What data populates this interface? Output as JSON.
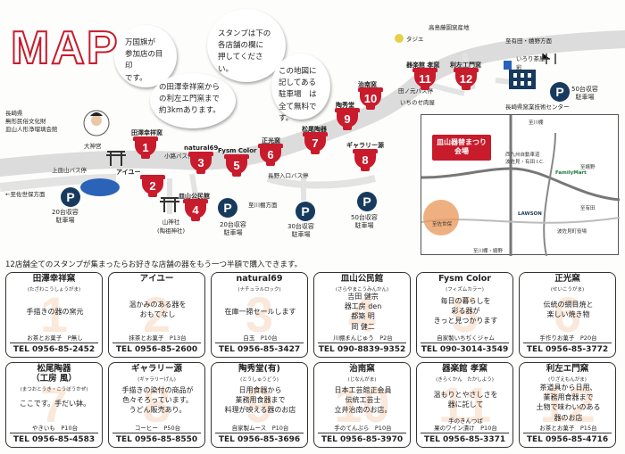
{
  "title": "MAP",
  "bubbles": {
    "b1": "万国旗が\n参加店の目印\nです。",
    "b2": "スタンプは下の\n各店舗の欄に\n押してください。",
    "b3": "の田澤幸祥窯から\nの利左エ門窯まで\n約3kmあります。",
    "b4": "この地図に\n記してある\n駐車場　は\n全て無料です。"
  },
  "map_labels": {
    "museum": "長崎県\n無形民俗文化財\n皿山人形浄瑠璃会館",
    "daijingu": "大神宮",
    "bus_kamiyama": "上皿山バス停",
    "to_sasebo": "←至佐世保方面",
    "to_kirimi": "至川棚方面",
    "kobukasu": "小路バス停",
    "nagano_bus": "長野入口バス停",
    "yamakami": "山神社\n(陶祖神社)",
    "tanonbus": "田ノ元バス停",
    "ichinose": "いちのせ肉屋",
    "kougyo": "高島藤園窯産地",
    "dajaeru": "タジエ",
    "to_arita": "至有田・嬉野方面",
    "irori": "いろり茶屋\n彩",
    "center": "長崎県窯業技術センター"
  },
  "shops_on_map": [
    {
      "num": "1",
      "label": "田澤幸祥窯"
    },
    {
      "num": "2",
      "label": "アイユー"
    },
    {
      "num": "3",
      "label": "natural69"
    },
    {
      "num": "4",
      "label": "皿山公民館"
    },
    {
      "num": "5",
      "label": "Fysm Color"
    },
    {
      "num": "6",
      "label": "正光窯"
    },
    {
      "num": "7",
      "label": "松尾陶器"
    },
    {
      "num": "8",
      "label": "ギャラリー源"
    },
    {
      "num": "9",
      "label": "陶秀堂"
    },
    {
      "num": "10",
      "label": "治南窯"
    },
    {
      "num": "11",
      "label": "器楽館 孝窯"
    },
    {
      "num": "12",
      "label": "利左工門窯"
    }
  ],
  "parking": [
    {
      "mark": "P",
      "text": "20台収容\n駐車場"
    },
    {
      "mark": "P",
      "text": "20台収容\n駐車場"
    },
    {
      "mark": "P",
      "text": "30台収容\n駐車場"
    },
    {
      "mark": "P",
      "text": "50台収容\n駐車場"
    },
    {
      "mark": "P",
      "text": "50台収容\n駐車場"
    }
  ],
  "inset": {
    "festival": "皿山器替まつり\n会場",
    "labels": [
      "至川棚",
      "至嬉野",
      "西九州自動車道\n波佐見・有田 I.C.",
      "至佐世保",
      "至有田",
      "至川棚・嬉野",
      "波佐見町役場",
      "LAWSON",
      "FamilyMart"
    ]
  },
  "intro": "12店舗全てのスタンプが集まったらお好きな店舗の器をもう一つ半額で購入できます。",
  "cards": [
    {
      "num": "1",
      "name": "田澤幸祥窯",
      "kana": "(たざわこうしょうがま)",
      "desc": "手描きの器の窯元",
      "item": "お茶とお菓子　P無し",
      "tel": "TEL 0956-85-2452"
    },
    {
      "num": "2",
      "name": "アイユー",
      "kana": "",
      "desc": "温かみのある器を\nおもてなし",
      "item": "抹茶とお菓子　P13台",
      "tel": "TEL 0956-85-2600"
    },
    {
      "num": "3",
      "name": "natural69",
      "kana": "(ナチュラルロック)",
      "desc": "在庫一掃セールします",
      "item": "白玉　P10台",
      "tel": "TEL 0956-85-3427"
    },
    {
      "num": "4",
      "name": "皿山公民館",
      "kana": "(さらやまこうみんかん)",
      "desc": "吉田 健宗\n器工房 den\n都築 明\n岡 健二",
      "item": "川棚まんじゅう　P2台",
      "tel": "TEL 090-8839-9352"
    },
    {
      "num": "5",
      "name": "Fysm Color",
      "kana": "(フィズムカラー)",
      "desc": "毎日の暮らしを\n彩る器が\nきっと見つかります",
      "item": "自家製いちぢくジャム",
      "tel": "TEL 090-3014-3549"
    },
    {
      "num": "6",
      "name": "正光窯",
      "kana": "(せいこうがま)",
      "desc": "伝統の網目焼と\n楽しい焼き物",
      "item": "手作りお菓子　P20台",
      "tel": "TEL 0956-85-3772"
    },
    {
      "num": "7",
      "name": "松尾陶器\n（工房 風）",
      "kana": "(まつおとうき・こうぼうかぜ)",
      "desc": "ここです。手だい鉢。",
      "item": "やきいも　P10台",
      "tel": "TEL 0956-85-4583"
    },
    {
      "num": "8",
      "name": "ギャラリー源",
      "kana": "(ギャラリーげん)",
      "desc": "手描きの染付の商品が\n色々そろっています。\nうどん販売あり。",
      "item": "コーヒー　P50台",
      "tel": "TEL 0956-85-8550"
    },
    {
      "num": "9",
      "name": "陶秀堂(有)",
      "kana": "(とうしゅうどう)",
      "desc": "日用食器から\n業務用食器まで\n料理が映える器のお店",
      "item": "自家製ムース　P10台",
      "tel": "TEL 0956-85-3696"
    },
    {
      "num": "10",
      "name": "治南窯",
      "kana": "(じなんがま)",
      "desc": "日本工芸館正会員\n伝統工芸士\n立井治南のお店。",
      "item": "手のてんぷら　P10台",
      "tel": "TEL 0956-85-3970"
    },
    {
      "num": "11",
      "name": "器楽館 孝窯",
      "kana": "(きらくかん　たかしよう)",
      "desc": "温もりとやさしさを\n器に託して",
      "item": "手のきんつば\n果のワイン漬け　P10台",
      "tel": "TEL 0956-85-3371"
    },
    {
      "num": "12",
      "name": "利左エ門窯",
      "kana": "(りざえもんがま)",
      "desc": "茶道具から日用、\n業務用食器まで\n土物で味わいのある\n器のお店",
      "item": "お茶とお菓子　P15台",
      "tel": "TEL 0956-85-4716"
    }
  ],
  "colors": {
    "accent_red": "#c81b2c",
    "navy": "#173a5e",
    "road": "#d9d9d9",
    "orange_num": "#e89655"
  }
}
